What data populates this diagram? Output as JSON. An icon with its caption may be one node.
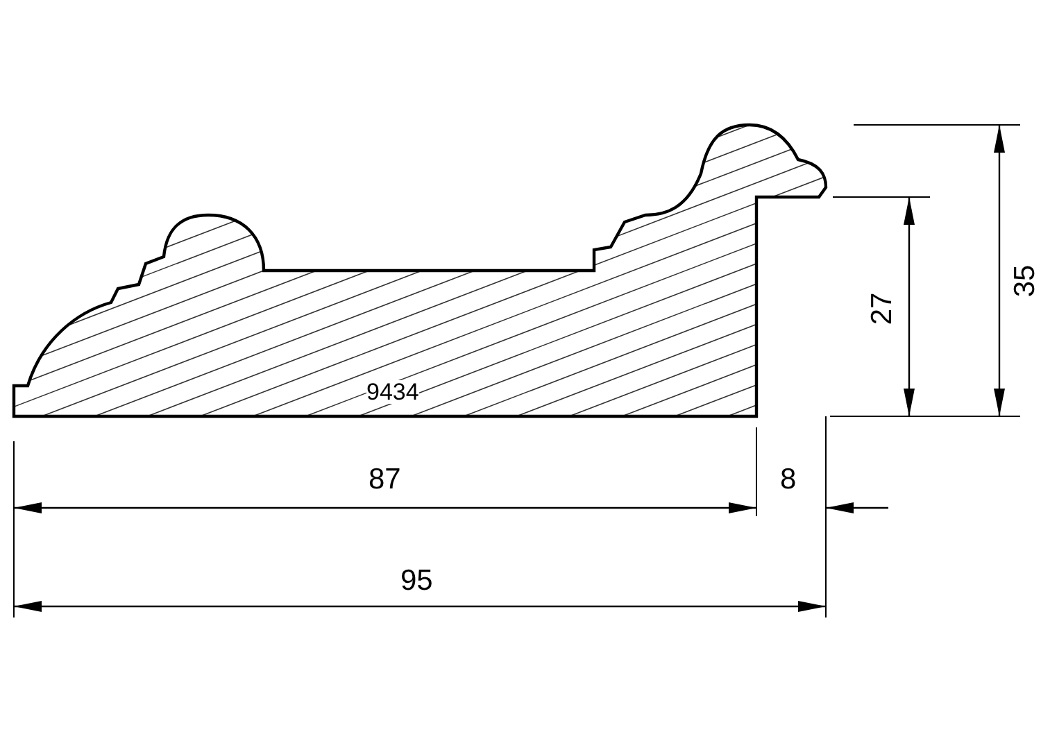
{
  "diagram": {
    "labels": [
      "9434",
      "87",
      "8",
      "95",
      "27",
      "35"
    ]
  }
}
